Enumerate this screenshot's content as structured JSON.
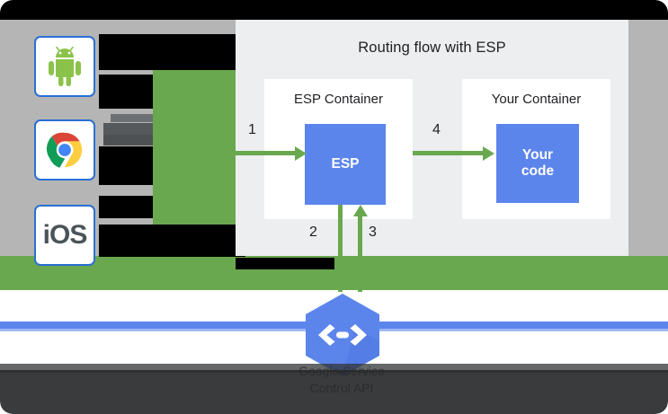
{
  "diagram": {
    "title": "Routing flow with ESP",
    "containers": [
      {
        "name": "esp-container",
        "title": "ESP Container",
        "box_label": "ESP"
      },
      {
        "name": "your-container",
        "title": "Your Container",
        "box_label": "Your\ncode"
      }
    ],
    "box_labels": {
      "esp": "ESP",
      "your_code_line1": "Your",
      "your_code_line2": "code"
    },
    "flow_steps": [
      {
        "id": "1",
        "label": "1",
        "direction": "right",
        "from": "clients",
        "to": "esp"
      },
      {
        "id": "2",
        "label": "2",
        "direction": "down",
        "from": "esp",
        "to": "service-control"
      },
      {
        "id": "3",
        "label": "3",
        "direction": "up",
        "from": "service-control",
        "to": "esp"
      },
      {
        "id": "4",
        "label": "4",
        "direction": "right",
        "from": "esp",
        "to": "your-code"
      }
    ]
  },
  "clients": {
    "items": [
      {
        "name": "android",
        "icon": "android-icon",
        "label": ""
      },
      {
        "name": "chrome",
        "icon": "chrome-icon",
        "label": ""
      },
      {
        "name": "ios",
        "icon": "ios-icon",
        "label": "iOS"
      }
    ]
  },
  "service": {
    "icon": "code-brackets-hexagon-icon",
    "caption_line1": "Google Service",
    "caption_line2": "Control API"
  },
  "colors": {
    "blue_box": "#5c85ec",
    "green": "#6aa84f",
    "card_bg": "#eceef0",
    "page_bg": "#b5b5b5",
    "tile_border": "#2a6fd4",
    "blue_rule": "#5c85ec"
  }
}
